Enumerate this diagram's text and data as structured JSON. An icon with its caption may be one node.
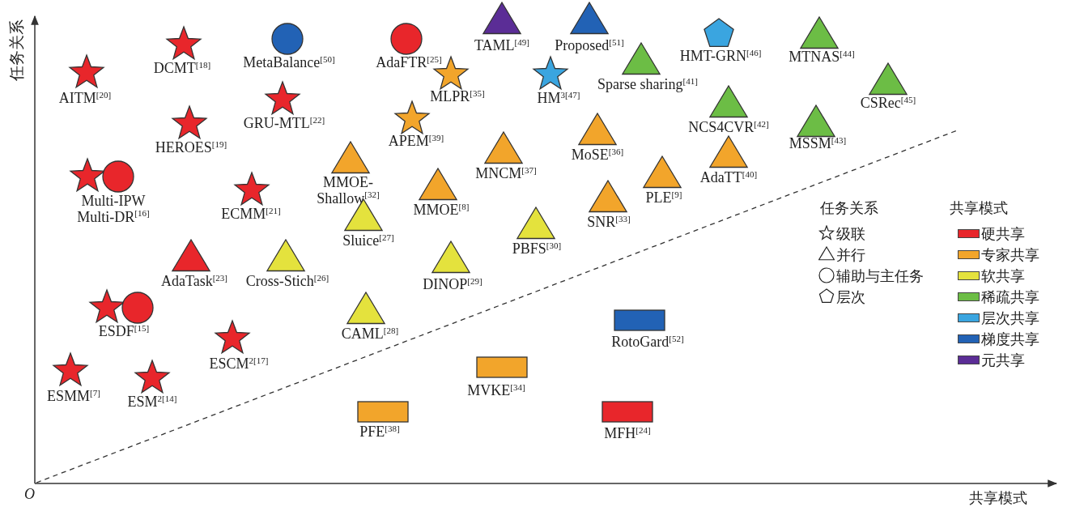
{
  "diagram": {
    "nodes": [
      {
        "text": [],
        "shape": "triangle",
        "beside": [
          "TAML$^{[49]}$"
        ]
      },
      {
        "text": [],
        "shape": "triangle",
        "beside": [
          "Proposed$^{[51]}$"
        ]
      },
      {
        "text": [],
        "shape": "circle",
        "beside": [
          "MetaBalance$^{[50]}$"
        ]
      },
      {
        "text": [],
        "shape": "circle",
        "beside": [
          "AdaFTR$^{[25]}$"
        ]
      },
      {
        "text": [],
        "shape": "star",
        "beside": [
          "DCMT$^{[18]}$"
        ]
      },
      {
        "text": [],
        "shape": "pentagon",
        "beside": [
          "HMT-GRN$^{[46]}$"
        ]
      },
      {
        "text": [],
        "shape": "triangle",
        "beside": [
          "MTNAS$^{[44]}$"
        ]
      },
      {
        "text": [],
        "shape": "star",
        "beside": [
          "AITM$^{[20]}$"
        ]
      },
      {
        "text": [],
        "shape": "star",
        "beside": [
          "MLPR$^{[35]}$"
        ]
      },
      {
        "text": [],
        "shape": "star",
        "beside": [
          "HM$^{3[47]}$"
        ]
      },
      {
        "text": [],
        "shape": "triangle",
        "beside": [
          "Sparse sharing$^{[41]}$"
        ]
      },
      {
        "text": [],
        "shape": "triangle",
        "beside": [
          "CSRec$^{[45]}$"
        ]
      },
      {
        "text": [],
        "shape": "star",
        "beside": [
          "GRU-MTL$^{[22]}$"
        ]
      },
      {
        "text": [],
        "shape": "star",
        "beside": [
          "HEROES$^{[19]}$"
        ]
      },
      {
        "text": [],
        "shape": "star",
        "beside": [
          "APEM$^{[39]}$"
        ]
      },
      {
        "text": [],
        "shape": "triangle",
        "beside": [
          "NCS4CVR$^{[42]}$"
        ]
      },
      {
        "text": [],
        "shape": "triangle",
        "beside": [
          "MoSE$^{[36]}$"
        ]
      },
      {
        "text": [],
        "shape": "triangle",
        "beside": [
          "MSSM$^{[43]}$"
        ]
      },
      {
        "text": [],
        "shape": "triangle",
        "beside": [
          "MNCM$^{[37]}$"
        ]
      },
      {
        "text": [],
        "shape": "triangle",
        "beside": [
          "MMOE- Shallow$^{[32]}$"
        ]
      },
      {
        "text": [],
        "shape": "triangle",
        "beside": [
          "AdaTT$^{[40]}$"
        ]
      },
      {
        "text": [],
        "shape": "star",
        "beside": [
          "Multi-IPW Multi-DR$^{[16]}$"
        ]
      },
      {
        "text": [],
        "shape": "circle"
      },
      {
        "text": [],
        "shape": "star",
        "beside": [
          "ECMM$^{[21]}$"
        ]
      },
      {
        "text": [],
        "shape": "triangle",
        "beside": [
          "PLE$^{[9]}$"
        ]
      },
      {
        "text": [],
        "shape": "triangle",
        "beside": [
          "MMOE$^{[8]}$"
        ]
      },
      {
        "text": [],
        "shape": "triangle",
        "beside": [
          "SNR$^{[33]}$"
        ]
      },
      {
        "text": [],
        "shape": "triangle",
        "beside": [
          "Sluice$^{[27]}$"
        ]
      },
      {
        "text": [],
        "shape": "triangle",
        "beside": [
          "PBFS$^{[30]}$"
        ]
      },
      {
        "text": [],
        "shape": "triangle",
        "beside": [
          "AdaTask$^{[23]}$"
        ]
      },
      {
        "text": [],
        "shape": "triangle",
        "beside": [
          "Cross-Stich$^{[26]}$"
        ]
      },
      {
        "text": [],
        "shape": "triangle",
        "beside": [
          "DINOP$^{[29]}$"
        ]
      },
      {
        "text": [],
        "shape": "star",
        "beside": [
          "ESDF$^{[15]}$"
        ]
      },
      {
        "text": [],
        "shape": "circle"
      },
      {
        "text": [],
        "shape": "triangle",
        "beside": [
          "CAML$^{[28]}$"
        ]
      },
      {
        "text": [],
        "shape": "bar",
        "beside": [
          "RotoGard$^{[52]}$"
        ]
      },
      {
        "text": [],
        "shape": "star",
        "beside": [
          "ESCM$^{2[17]}$"
        ]
      },
      {
        "text": [],
        "shape": "bar",
        "beside": [
          "MVKE$^{[34]}$"
        ]
      },
      {
        "text": [],
        "shape": "star",
        "beside": [
          "ESMM$^{[7]}$"
        ]
      },
      {
        "text": [],
        "shape": "star",
        "beside": [
          "ESM$^{2[14]}$"
        ]
      },
      {
        "text": [],
        "shape": "bar",
        "beside": [
          "PFE$^{[38]}$"
        ]
      },
      {
        "text": [],
        "shape": "bar",
        "beside": [
          "MFH$^{[24]}$"
        ]
      }
    ],
    "labels": [
      "任务关系",
      "任务关系",
      "共享模式",
      "O",
      "共享模式"
    ],
    "legend": [
      {
        "text": "级联"
      },
      {
        "text": "并行"
      },
      {
        "text": "辅助与主任务"
      },
      {
        "text": "层次"
      },
      {
        "text": "硬共享",
        "color": "#e8262b"
      },
      {
        "text": "专家共享",
        "color": "#f2a52b"
      },
      {
        "text": "软共享",
        "color": "#e4e23d"
      },
      {
        "text": "稀疏共享",
        "color": "#6cbd45"
      },
      {
        "text": "层次共享",
        "color": "#3aa5e0"
      },
      {
        "text": "梯度共享",
        "color": "#2262b5"
      },
      {
        "text": "元共享",
        "color": "#5b2d96"
      }
    ]
  }
}
